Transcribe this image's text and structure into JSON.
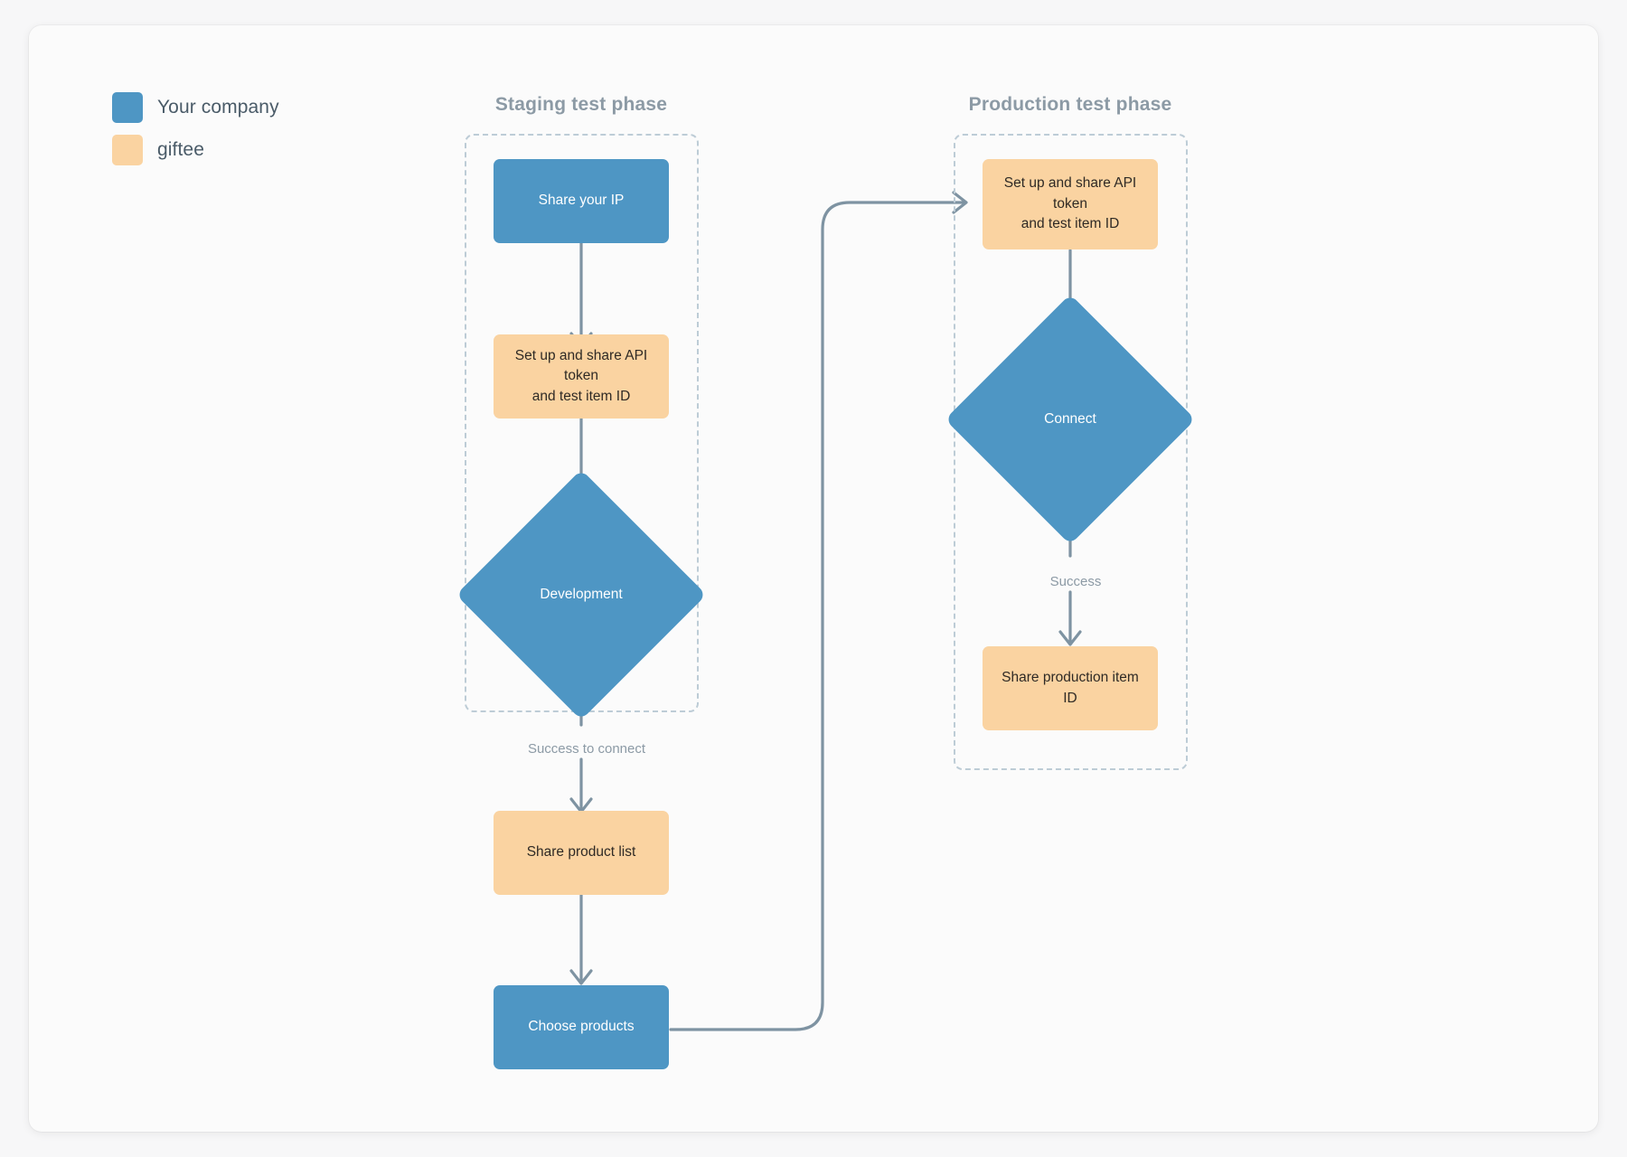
{
  "legend": {
    "items": [
      {
        "label": "Your company",
        "color": "#4e96c4"
      },
      {
        "label": "giftee",
        "color": "#fad3a1"
      }
    ]
  },
  "phases": [
    {
      "id": "staging",
      "title": "Staging test phase"
    },
    {
      "id": "production",
      "title": "Production test phase"
    }
  ],
  "nodes": {
    "staging_share_ip": {
      "label": "Share your IP",
      "shape": "rect",
      "owner": "Your company"
    },
    "staging_api_token": {
      "label": "Set up and share API token\nand test item ID",
      "shape": "rect",
      "owner": "giftee"
    },
    "staging_development": {
      "label": "Development",
      "shape": "diamond",
      "owner": "Your company"
    },
    "staging_product_list": {
      "label": "Share product list",
      "shape": "rect",
      "owner": "giftee"
    },
    "staging_choose_products": {
      "label": "Choose products",
      "shape": "rect",
      "owner": "Your company"
    },
    "production_api_token": {
      "label": "Set up and share API token\nand test item ID",
      "shape": "rect",
      "owner": "giftee"
    },
    "production_connect": {
      "label": "Connect",
      "shape": "diamond",
      "owner": "Your company"
    },
    "production_item_id": {
      "label": "Share production item ID",
      "shape": "rect",
      "owner": "giftee"
    }
  },
  "edge_labels": {
    "success_to_connect": "Success to connect",
    "success": "Success"
  },
  "colors": {
    "company_blue": "#4e96c4",
    "giftee_orange": "#fad3a1",
    "connector": "#7e93a2",
    "dashed_border": "#bdccd6",
    "title_text": "#8c9aa5",
    "card_background": "#fbfbfb",
    "page_background": "#f7f7f8"
  }
}
